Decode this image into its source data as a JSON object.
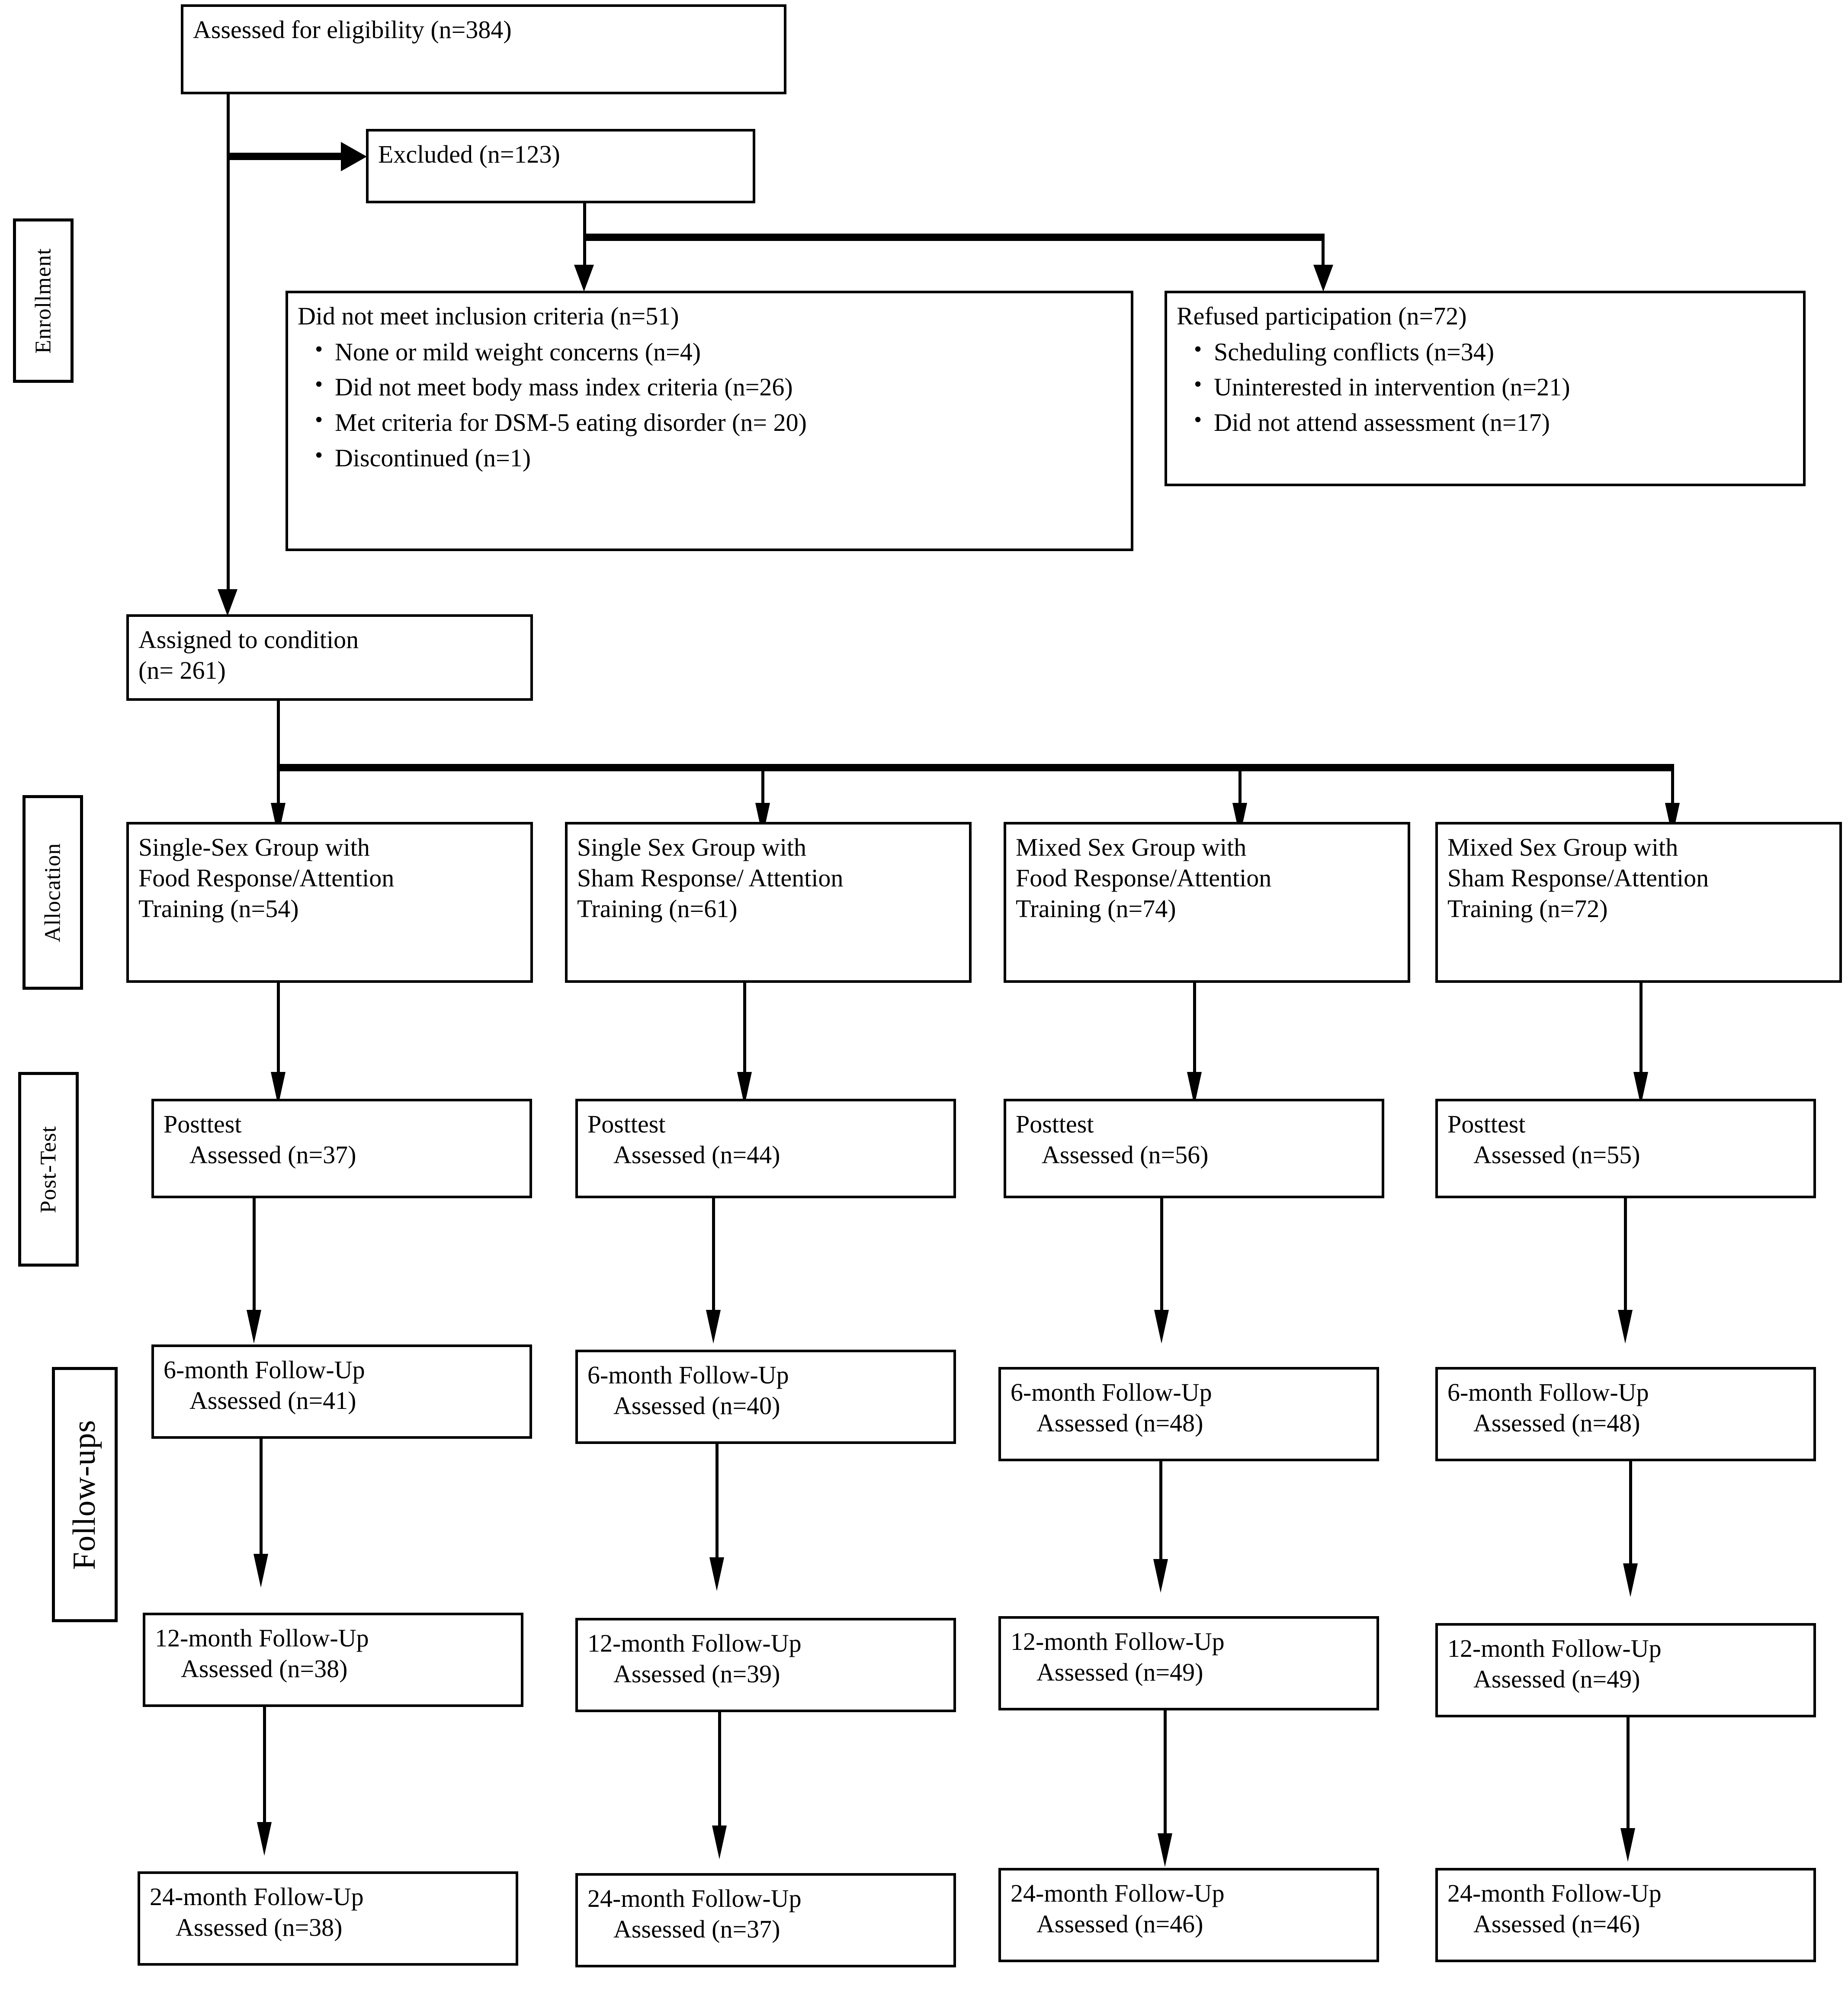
{
  "diagram": {
    "type": "consort-flow-diagram",
    "stages": [
      {
        "id": "enrollment",
        "label": "Enrollment"
      },
      {
        "id": "allocation",
        "label": "Allocation"
      },
      {
        "id": "post-test",
        "label": "Post-Test"
      },
      {
        "id": "follow-ups",
        "label": "Follow-ups"
      }
    ],
    "enrollment": {
      "assessed": "Assessed for eligibility (n=384)",
      "excluded": "Excluded (n=123)",
      "not_included": {
        "title": "Did not meet inclusion criteria (n=51)",
        "items": [
          "None or mild weight concerns (n=4)",
          "Did not meet body mass index criteria (n=26)",
          "Met criteria for DSM-5 eating disorder (n= 20)",
          "Discontinued (n=1)"
        ]
      },
      "refused": {
        "title": "Refused participation (n=72)",
        "items": [
          "Scheduling conflicts (n=34)",
          "Uninterested in intervention (n=21)",
          "Did not attend assessment (n=17)"
        ]
      },
      "assigned": "Assigned to condition\n(n= 261)"
    },
    "arms": [
      {
        "allocation": "Single-Sex Group with\nFood Response/Attention\nTraining (n=54)",
        "posttest_label": "Posttest",
        "posttest_assessed": "Assessed (n=37)",
        "fu6_label": "6-month Follow-Up",
        "fu6_assessed": "Assessed (n=41)",
        "fu12_label": "12-month Follow-Up",
        "fu12_assessed": "Assessed (n=38)",
        "fu24_label": "24-month Follow-Up",
        "fu24_assessed": "Assessed (n=38)"
      },
      {
        "allocation": "Single Sex Group with\nSham Response/ Attention\nTraining (n=61)",
        "posttest_label": "Posttest",
        "posttest_assessed": "Assessed (n=44)",
        "fu6_label": "6-month Follow-Up",
        "fu6_assessed": "Assessed (n=40)",
        "fu12_label": "12-month Follow-Up",
        "fu12_assessed": "Assessed (n=39)",
        "fu24_label": "24-month Follow-Up",
        "fu24_assessed": "Assessed (n=37)"
      },
      {
        "allocation": "Mixed Sex Group with\nFood Response/Attention\nTraining (n=74)",
        "posttest_label": "Posttest",
        "posttest_assessed": "Assessed (n=56)",
        "fu6_label": "6-month Follow-Up",
        "fu6_assessed": "Assessed (n=48)",
        "fu12_label": "12-month Follow-Up",
        "fu12_assessed": "Assessed (n=49)",
        "fu24_label": "24-month Follow-Up",
        "fu24_assessed": "Assessed (n=46)"
      },
      {
        "allocation": "Mixed Sex Group with\nSham Response/Attention\nTraining (n=72)",
        "posttest_label": "Posttest",
        "posttest_assessed": "Assessed (n=55)",
        "fu6_label": "6-month Follow-Up",
        "fu6_assessed": "Assessed (n=48)",
        "fu12_label": "12-month Follow-Up",
        "fu12_assessed": "Assessed (n=49)",
        "fu24_label": "24-month Follow-Up",
        "fu24_assessed": "Assessed (n=46)"
      }
    ],
    "colors": {
      "line": "#000000",
      "box_fill": "#ffffff",
      "text": "#000000"
    }
  }
}
